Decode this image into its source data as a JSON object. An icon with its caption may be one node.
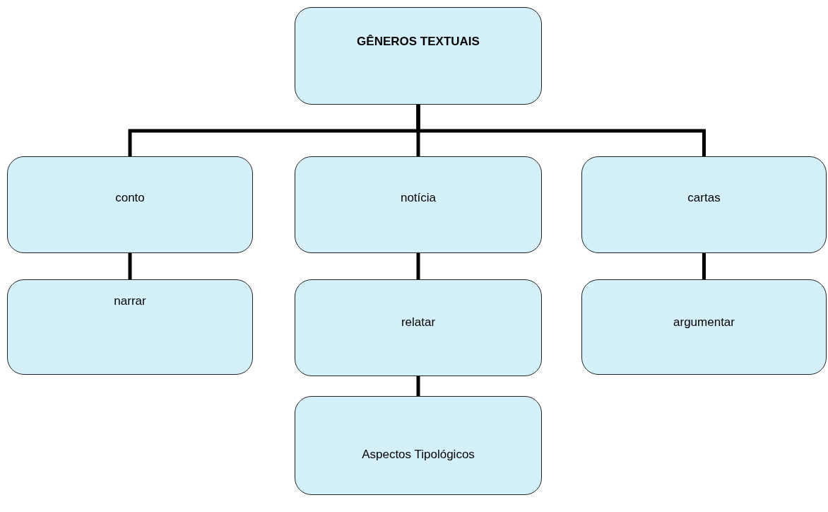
{
  "diagram": {
    "nodes": [
      {
        "text": [
          "GÊNEROS TEXTUAIS"
        ]
      },
      {
        "text": [
          "conto"
        ]
      },
      {
        "text": [
          "notícia"
        ]
      },
      {
        "text": [
          "cartas"
        ]
      },
      {
        "text": [
          "narrar"
        ]
      },
      {
        "text": [
          "relatar"
        ]
      },
      {
        "text": [
          "argumentar"
        ]
      },
      {
        "text": [
          "Aspectos Tipológicos"
        ]
      }
    ],
    "edges": [
      {
        "from": 0,
        "to": 1,
        "arrow": "none"
      },
      {
        "from": 0,
        "to": 2,
        "arrow": "none"
      },
      {
        "from": 0,
        "to": 3,
        "arrow": "none"
      },
      {
        "from": 1,
        "to": 4,
        "arrow": "none"
      },
      {
        "from": 2,
        "to": 5,
        "arrow": "none"
      },
      {
        "from": 3,
        "to": 6,
        "arrow": "none"
      },
      {
        "from": 5,
        "to": 7,
        "arrow": "none"
      }
    ]
  }
}
